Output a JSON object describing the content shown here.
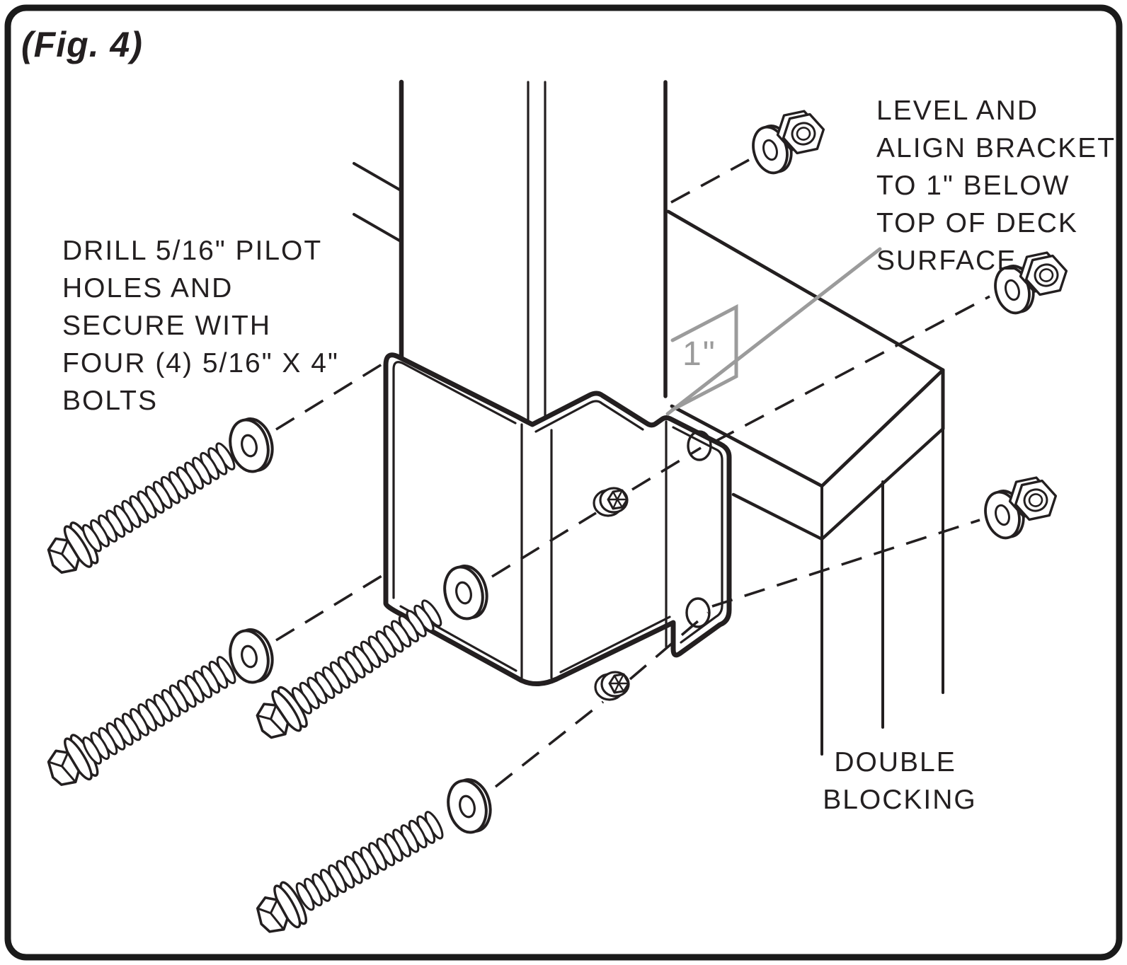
{
  "figure": {
    "label": "(Fig. 4)"
  },
  "annotations": {
    "drill_note": {
      "lines": [
        "DRILL 5/16\" PILOT",
        "HOLES AND",
        "SECURE WITH",
        "FOUR (4) 5/16\" X 4\"",
        "BOLTS"
      ]
    },
    "level_note": {
      "lines": [
        "LEVEL AND",
        "ALIGN BRACKET",
        "TO 1\" BELOW",
        "TOP OF DECK",
        "SURFACE."
      ]
    },
    "blocking_note": {
      "lines": [
        "DOUBLE",
        "BLOCKING"
      ]
    },
    "dimension": {
      "value": "1\""
    }
  },
  "parts": {
    "post": "square post",
    "bracket": "post mounting bracket",
    "deck_board": "deck rim board",
    "blocking": "double blocking",
    "bolt": "5/16 x 4 hex lag bolt",
    "washer": "flat washer",
    "nut": "hex nut",
    "flange_bolt": "hex flange bolt"
  },
  "colors": {
    "line": "#231f20",
    "gray": "#9b9b9b",
    "background": "#ffffff"
  }
}
